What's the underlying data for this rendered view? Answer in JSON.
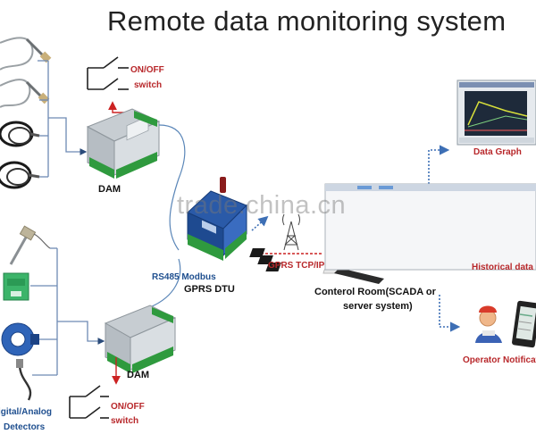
{
  "title": "Remote  data monitoring system",
  "labels": {
    "onoff_top": "ON/OFF",
    "switch_top": "switch",
    "dam_top": "DAM",
    "rs485": "RS485 Modbus",
    "gprs_dtu": "GPRS DTU",
    "gprs_tcpip": "GPRS TCP/IP",
    "control_room_1": "Conterol Room(SCADA or",
    "control_room_2": "server system)",
    "data_graph": "Data Graph",
    "historical": "Historical data",
    "operator": "Operator Notificat",
    "dam_bottom": "DAM",
    "onoff_bottom": "ON/OFF",
    "switch_bottom": "switch",
    "detectors_1": "igital/Analog",
    "detectors_2": "Detectors"
  },
  "watermark": "trade.china.cn",
  "colors": {
    "red_text": "#b8282b",
    "blue_text": "#1f4f8f",
    "dotted_arrow": "#3d6fb5",
    "red_arrow": "#cc2222",
    "device_body": "#d9dee2",
    "terminal_green": "#2f9a3e",
    "dtu_blue": "#2a5aa8"
  },
  "icons": [
    "temperature-probe-icon",
    "cable-sensor-icon",
    "din-rail-module-icon",
    "antenna-tower-icon",
    "monitor-graph-icon",
    "operator-person-icon",
    "smartphone-icon",
    "switch-symbol-icon"
  ]
}
